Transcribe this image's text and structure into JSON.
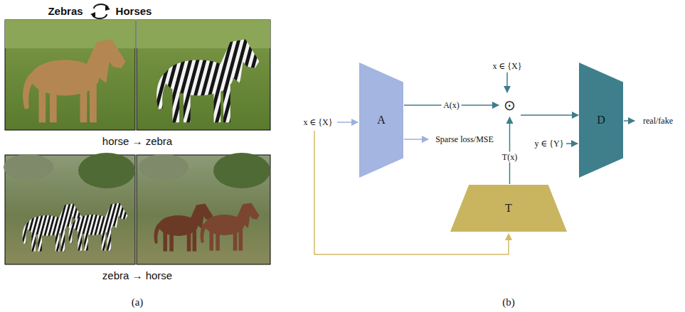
{
  "diagram": {
    "nodes": [
      {
        "text": [
          "A"
        ]
      },
      {
        "text": [
          "⊙"
        ]
      },
      {
        "text": [
          "D"
        ]
      },
      {
        "text": [
          "T"
        ]
      }
    ],
    "edges": [
      {
        "from": 0,
        "to": 1,
        "arrow": "to",
        "label": "A(x)"
      },
      {
        "from": 3,
        "to": 1,
        "arrow": "to",
        "label": "T(x)"
      },
      {
        "from": 1,
        "to": 2,
        "arrow": "to"
      }
    ],
    "labels": [
      "Zebras",
      "Horses",
      "horse → zebra",
      "zebra → horse",
      "(a)",
      "x ∈ {X}",
      "Sparse loss/MSE",
      "x ∈ {X}",
      "y ∈ {Y}",
      "real/fake",
      "(b)"
    ]
  }
}
